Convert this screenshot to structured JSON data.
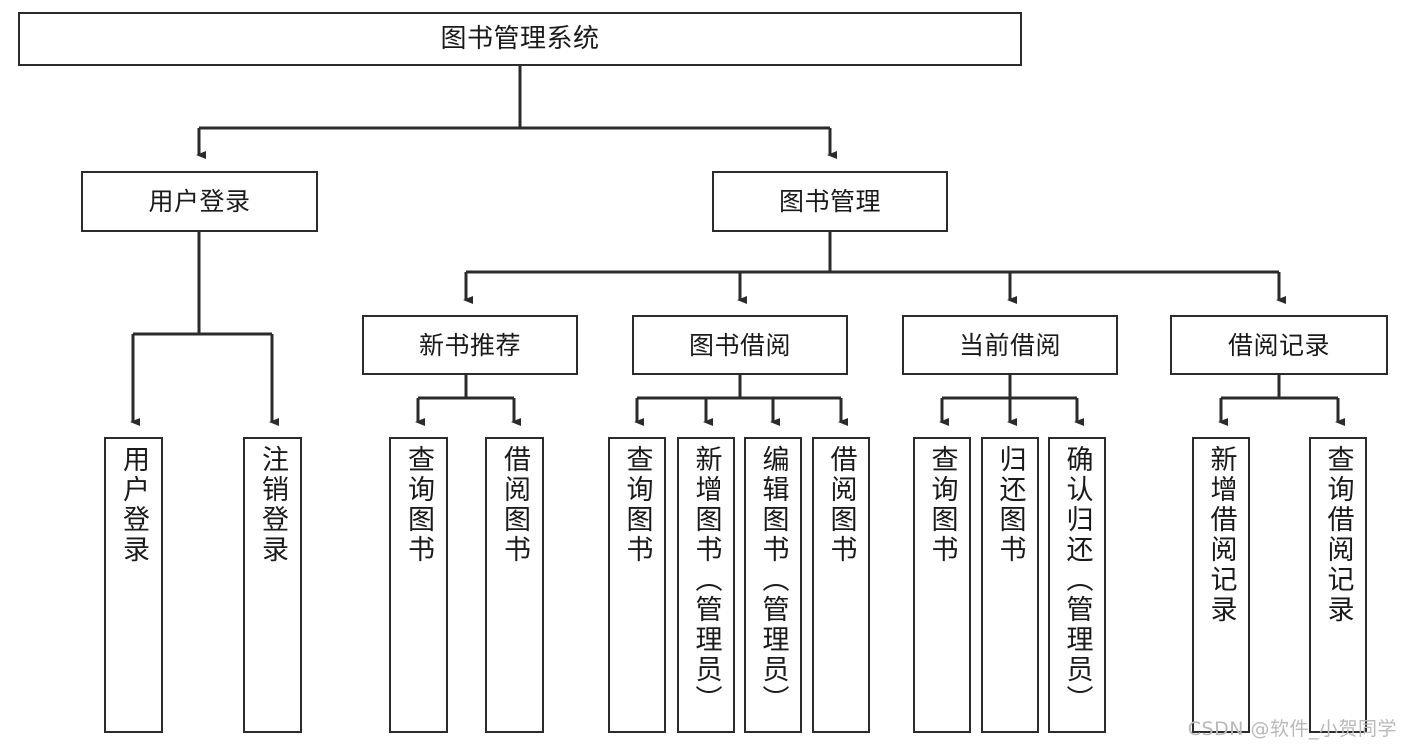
{
  "diagram": {
    "title": "图书管理系统",
    "type": "tree-hierarchy-diagram",
    "colors": {
      "box_border": "#2b2b2b",
      "box_fill": "#ffffff",
      "connector": "#333333",
      "text": "#1a1a1a",
      "watermark": "#b9b9b9"
    },
    "root": {
      "label": "图书管理系统"
    },
    "level2": [
      {
        "label": "用户登录"
      },
      {
        "label": "图书管理"
      }
    ],
    "level3": [
      {
        "label": "新书推荐"
      },
      {
        "label": "图书借阅"
      },
      {
        "label": "当前借阅"
      },
      {
        "label": "借阅记录"
      }
    ],
    "leaves": {
      "user_login": [
        {
          "label": "用户登录"
        },
        {
          "label": "注销登录"
        }
      ],
      "new_book_recommend": [
        {
          "label": "查询图书"
        },
        {
          "label": "借阅图书"
        }
      ],
      "book_borrow": [
        {
          "label": "查询图书"
        },
        {
          "label": "新增图书（管理员）"
        },
        {
          "label": "编辑图书（管理员）"
        },
        {
          "label": "借阅图书"
        }
      ],
      "current_borrow": [
        {
          "label": "查询图书"
        },
        {
          "label": "归还图书"
        },
        {
          "label": "确认归还（管理员）"
        }
      ],
      "borrow_records": [
        {
          "label": "新增借阅记录"
        },
        {
          "label": "查询借阅记录"
        }
      ]
    }
  },
  "watermark": {
    "text": "CSDN @软件_小贺同学"
  }
}
